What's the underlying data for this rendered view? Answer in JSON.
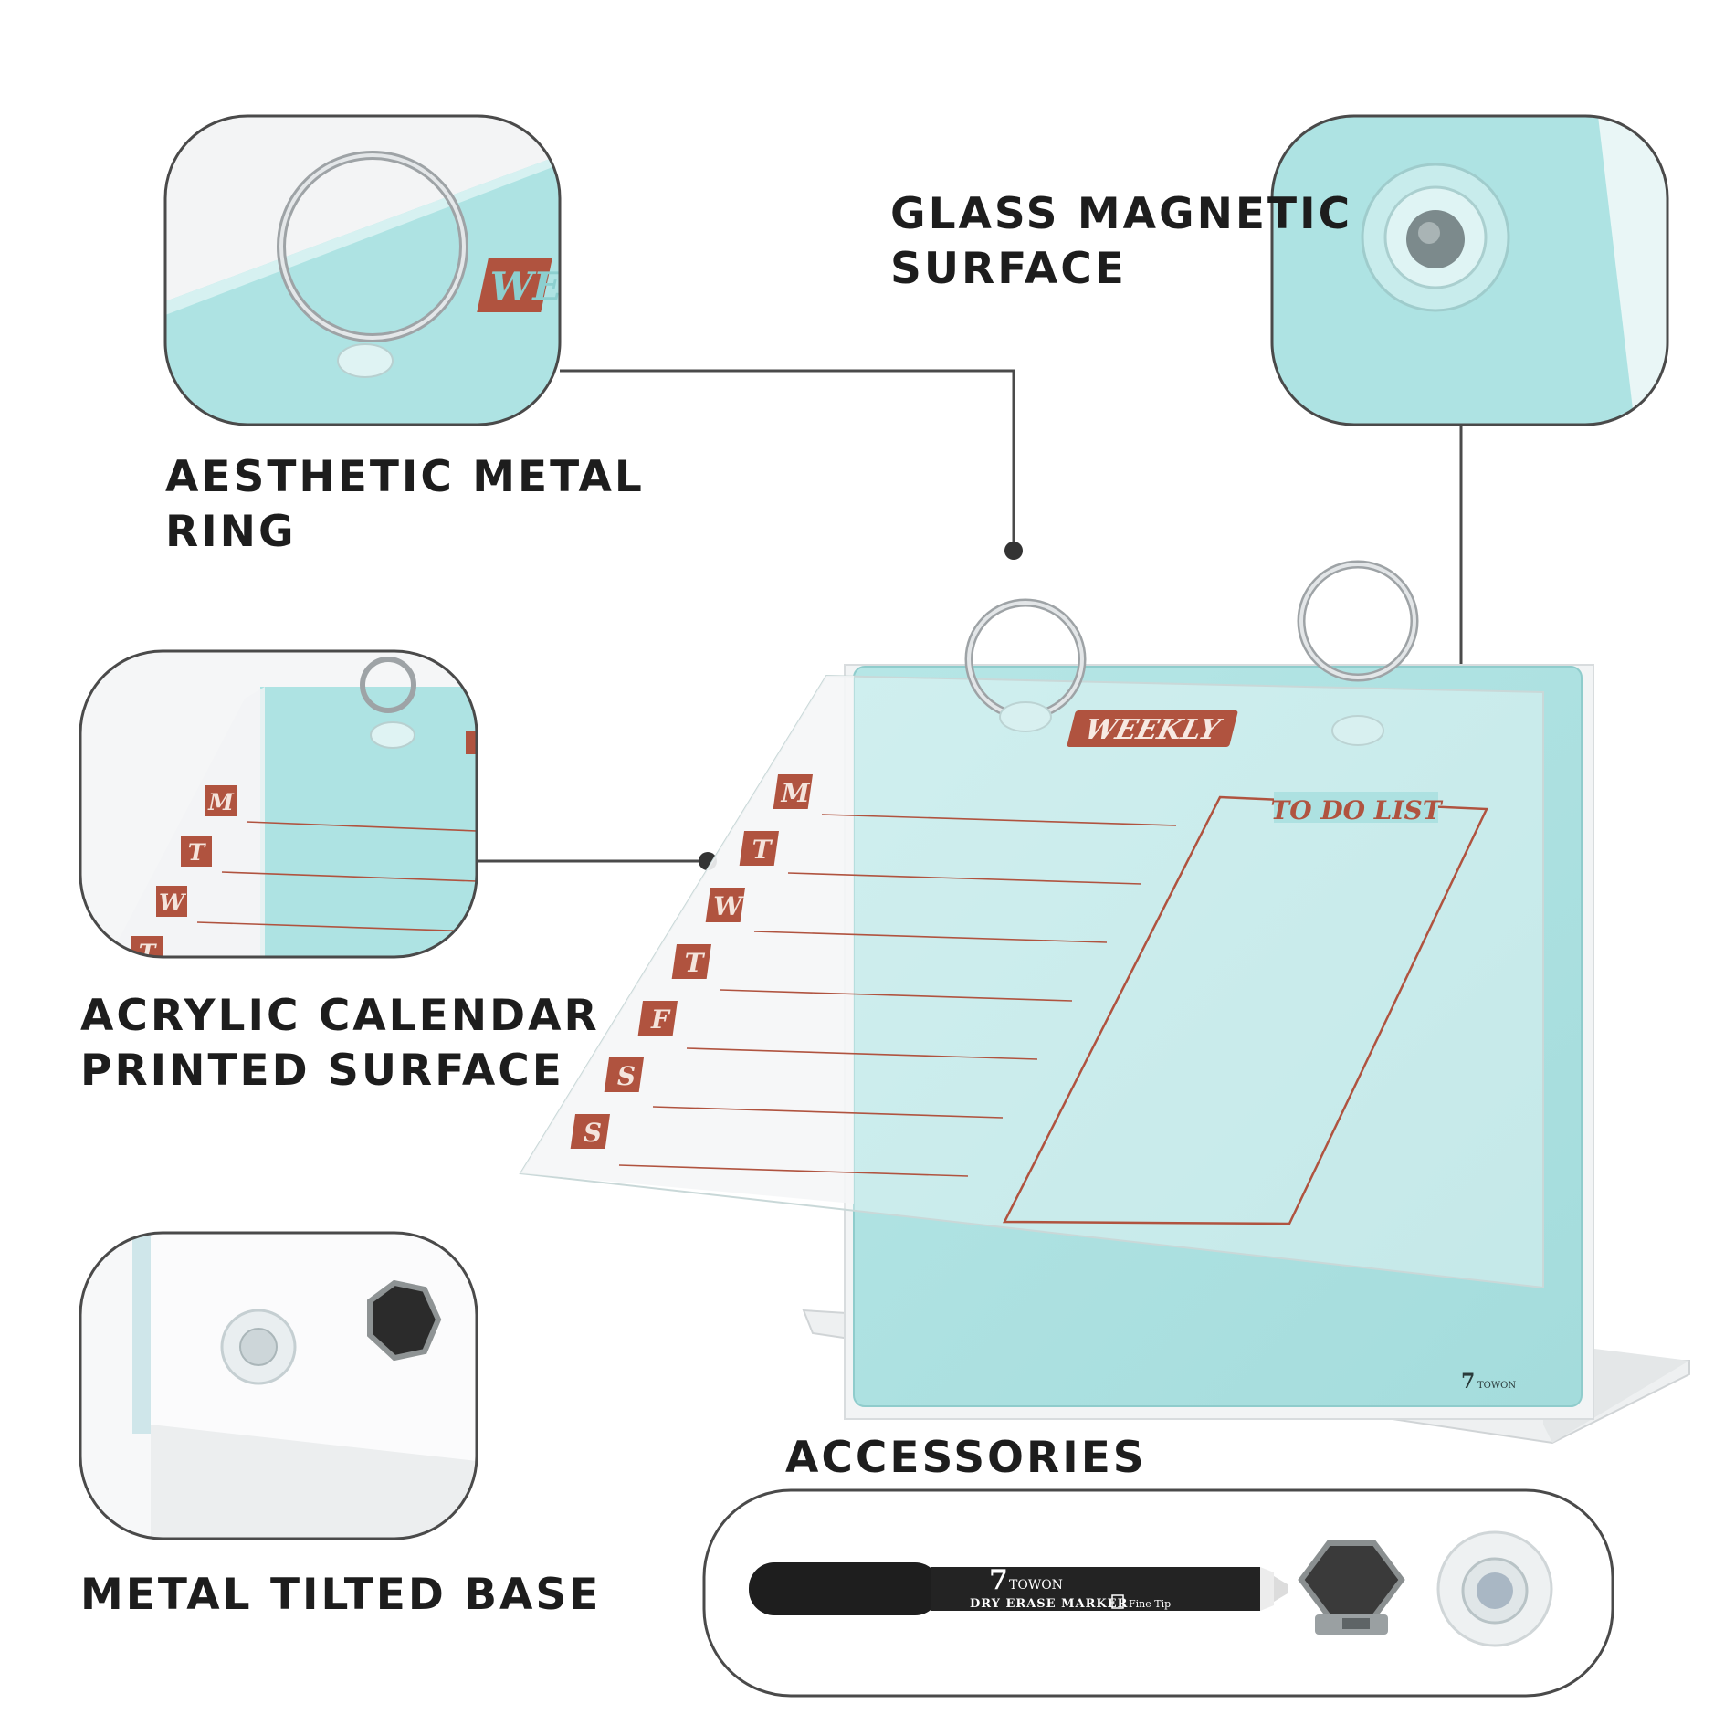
{
  "callouts": {
    "metal_ring": {
      "line1": "AESTHETIC METAL",
      "line2": "RING"
    },
    "magnetic_surface": {
      "line1": "GLASS MAGNETIC",
      "line2": "SURFACE"
    },
    "printed_surface": {
      "line1": "ACRYLIC CALENDAR",
      "line2": "PRINTED SURFACE"
    },
    "tilted_base": {
      "line1": "METAL TILTED BASE"
    },
    "accessories": {
      "line1": "ACCESSORIES"
    }
  },
  "board": {
    "header": "WEEKLY",
    "todo_title": "TO DO LIST",
    "days": [
      "M",
      "T",
      "W",
      "T",
      "F",
      "S",
      "S"
    ],
    "brand": "TOWON"
  },
  "marker": {
    "brand": "TOWON",
    "label": "DRY ERASE MARKER",
    "tip": "Fine Tip"
  },
  "colors": {
    "board_teal": "#aee3e3",
    "print_red": "#b0533f",
    "outline": "#4a4a4a",
    "text": "#1d1d1d"
  }
}
